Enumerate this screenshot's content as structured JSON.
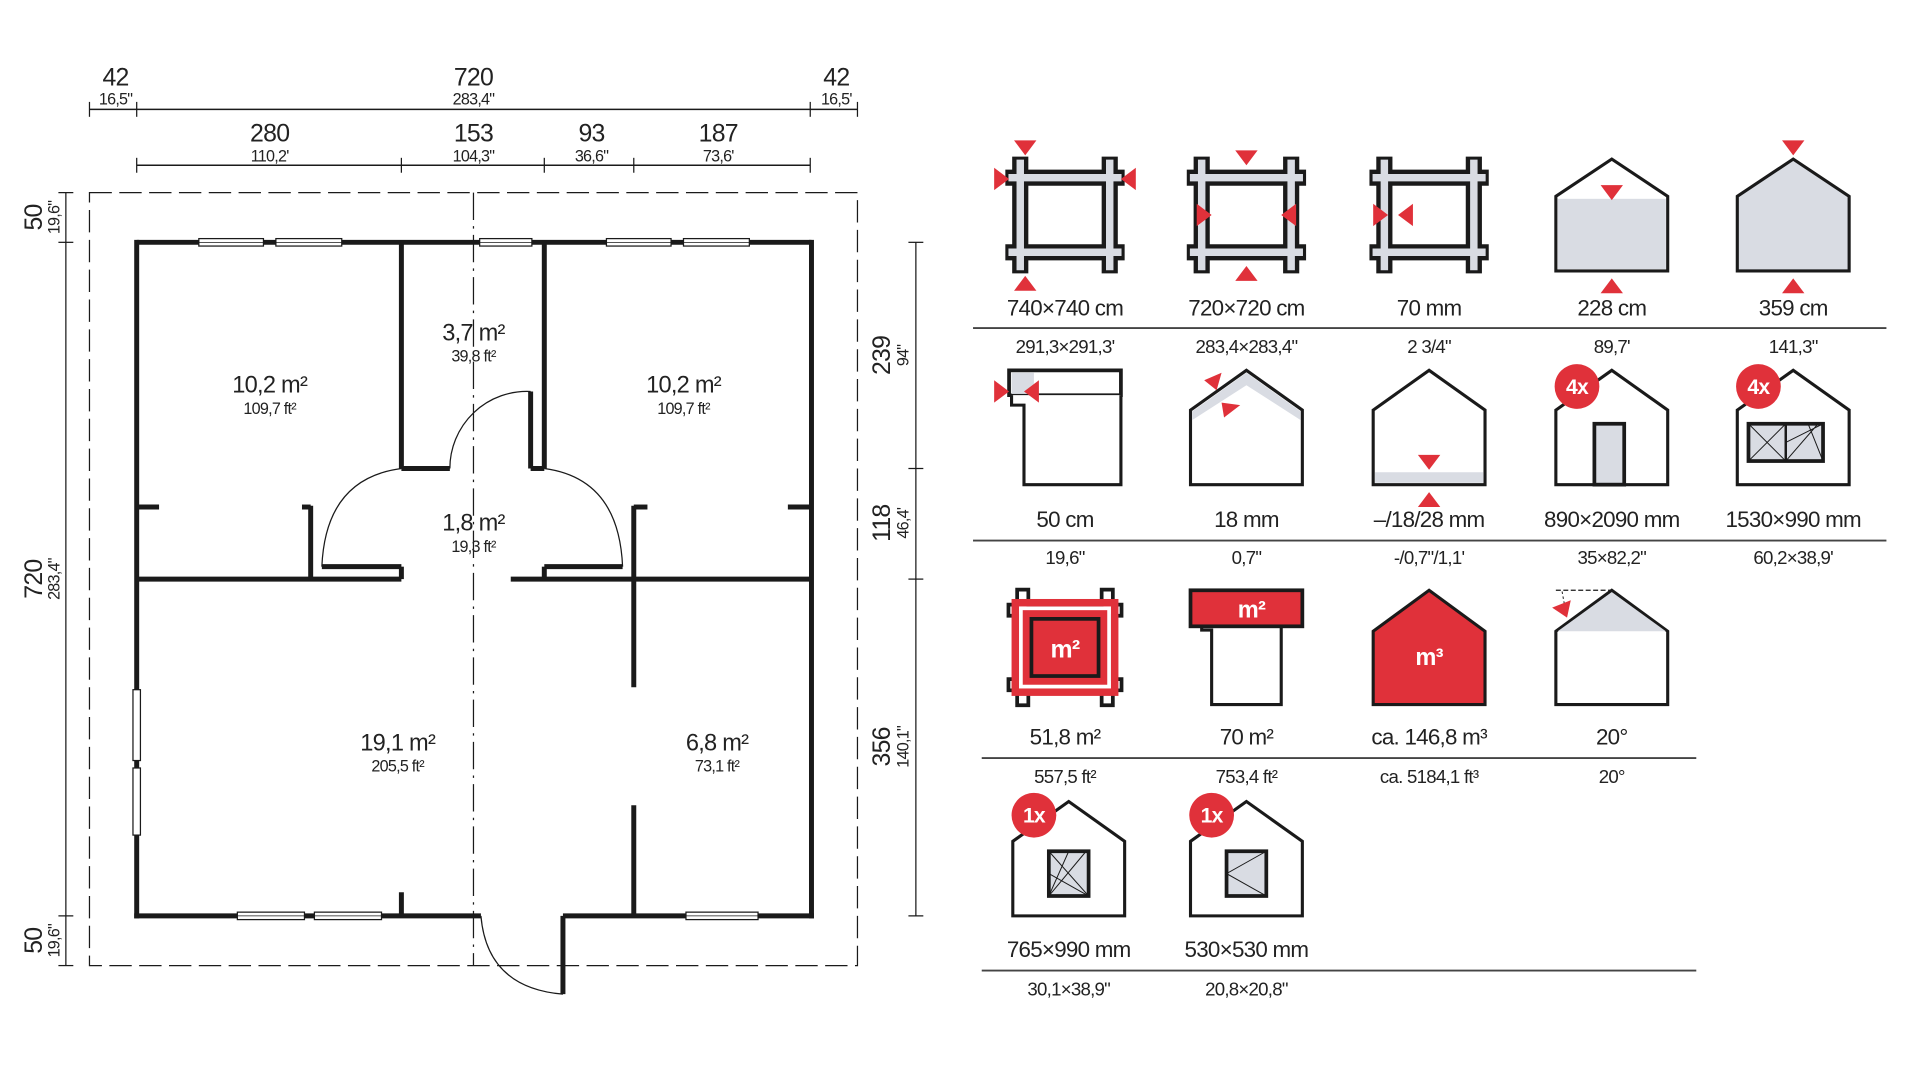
{
  "colors": {
    "accent": "#e0313a",
    "line": "#1a1a1a",
    "fill": "#d9dce3"
  },
  "floor_plan": {
    "top_dims": [
      {
        "value": "42",
        "imperial": "16,5\""
      },
      {
        "value": "720",
        "imperial": "283,4\""
      },
      {
        "value": "42",
        "imperial": "16,5'"
      }
    ],
    "inner_dims": [
      {
        "value": "280",
        "imperial": "110,2'"
      },
      {
        "value": "153",
        "imperial": "104,3\""
      },
      {
        "value": "93",
        "imperial": "36,6\""
      },
      {
        "value": "187",
        "imperial": "73,6'"
      }
    ],
    "left_dims": [
      {
        "value": "50",
        "imperial": "19,6\""
      },
      {
        "value": "720",
        "imperial": "283,4\""
      },
      {
        "value": "50",
        "imperial": "19,6\""
      }
    ],
    "right_dims": [
      {
        "value": "239",
        "imperial": "94\""
      },
      {
        "value": "118",
        "imperial": "46,4'"
      },
      {
        "value": "356",
        "imperial": "140,1\""
      }
    ],
    "rooms": [
      {
        "area": "10,2 m²",
        "imperial": "109,7 ft²"
      },
      {
        "area": "3,7 m²",
        "imperial": "39,8 ft²"
      },
      {
        "area": "10,2 m²",
        "imperial": "109,7 ft²"
      },
      {
        "area": "1,8 m²",
        "imperial": "19,3 ft²"
      },
      {
        "area": "19,1 m²",
        "imperial": "205,5 ft²"
      },
      {
        "area": "6,8 m²",
        "imperial": "73,1 ft²"
      }
    ]
  },
  "specs": [
    {
      "icon": "footprint-outer-icon",
      "value": "740×740 cm",
      "imperial": "291,3×291,3'"
    },
    {
      "icon": "footprint-inner-icon",
      "value": "720×720 cm",
      "imperial": "283,4×283,4\""
    },
    {
      "icon": "wall-thickness-icon",
      "value": "70 mm",
      "imperial": "2  3/4\""
    },
    {
      "icon": "wall-height-icon",
      "value": "228 cm",
      "imperial": "89,7'"
    },
    {
      "icon": "ridge-height-icon",
      "value": "359 cm",
      "imperial": "141,3\""
    },
    {
      "icon": "roof-overhang-icon",
      "value": "50 cm",
      "imperial": "19,6\""
    },
    {
      "icon": "roof-thickness-icon",
      "value": "18 mm",
      "imperial": "0,7\""
    },
    {
      "icon": "floor-thickness-icon",
      "value": "–/18/28 mm",
      "imperial": "-/0,7\"/1,1'"
    },
    {
      "icon": "door-icon",
      "badge": "4x",
      "value": "890×2090 mm",
      "imperial": "35×82,2\""
    },
    {
      "icon": "double-window-icon",
      "badge": "4x",
      "value": "1530×990 mm",
      "imperial": "60,2×38,9'"
    },
    {
      "icon": "floor-area-icon",
      "badge_text": "m²",
      "value": "51,8 m²",
      "imperial": "557,5 ft²"
    },
    {
      "icon": "roof-area-icon",
      "badge_text": "m²",
      "value": "70 m²",
      "imperial": "753,4 ft²"
    },
    {
      "icon": "volume-icon",
      "badge_text": "m³",
      "value": "ca. 146,8 m³",
      "imperial": "ca. 5184,1 ft³"
    },
    {
      "icon": "roof-angle-icon",
      "value": "20°",
      "imperial": "20°"
    },
    {
      "icon": "tilt-window-icon",
      "badge": "1x",
      "value": "765×990 mm",
      "imperial": "30,1×38,9\""
    },
    {
      "icon": "small-window-icon",
      "badge": "1x",
      "value": "530×530 mm",
      "imperial": "20,8×20,8\""
    }
  ]
}
